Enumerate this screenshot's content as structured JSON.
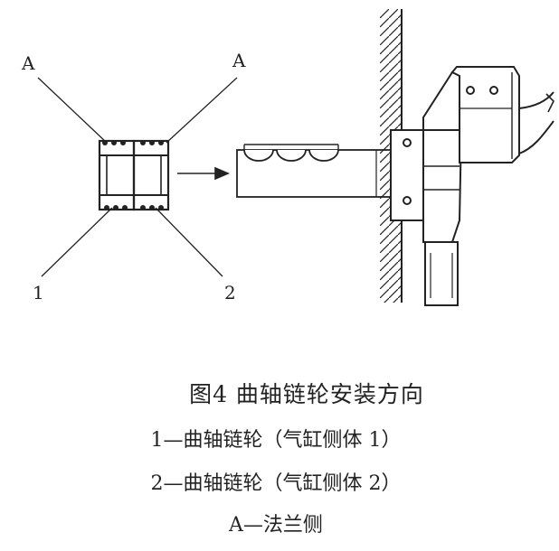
{
  "labels": {
    "a_left": "A",
    "a_right": "A",
    "num_1": "1",
    "num_2": "2"
  },
  "caption": {
    "title": "图4  曲轴链轮安装方向",
    "line1": "1—曲轴链轮（气缸侧体 1）",
    "line2": "2—曲轴链轮（气缸侧体 2）",
    "line3": "A—法兰侧"
  },
  "colors": {
    "ink": "#222222",
    "background": "#ffffff"
  }
}
